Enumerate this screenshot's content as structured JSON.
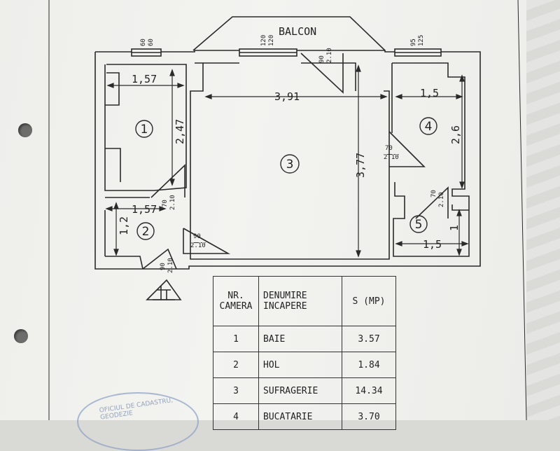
{
  "balcony": {
    "label": "BALCON"
  },
  "dimensions": {
    "win_left_w": "60",
    "win_left_h": "60",
    "win_mid_w": "120",
    "win_mid_h": "120",
    "door_balc_w": "90",
    "door_balc_h": "2.10",
    "win_right_w": "95",
    "win_right_h": "125",
    "room1_width": "1,57",
    "room1_height": "2,47",
    "room2_width": "1,57",
    "room2_height": "1,2",
    "room3_width": "3,91",
    "room3_height": "3,77",
    "room4_width": "1,5",
    "room4_height": "2,6",
    "room5_width": "1,5",
    "room5_height": "1",
    "door1_w": "70",
    "door1_h": "2.10",
    "door3_w": "90",
    "door3_h": "2.10",
    "door4_w": "70",
    "door4_h": "2.10",
    "door5_w": "70",
    "door5_h": "2.10",
    "entry_w": "90",
    "entry_h": "2.10"
  },
  "rooms": [
    "1",
    "2",
    "3",
    "4",
    "5"
  ],
  "legend": {
    "headers": [
      "NR. CAMERA",
      "DENUMIRE INCAPERE",
      "S (MP)"
    ],
    "rows": [
      {
        "nr": "1",
        "name": "BAIE",
        "area": "3.57"
      },
      {
        "nr": "2",
        "name": "HOL",
        "area": "1.84"
      },
      {
        "nr": "3",
        "name": "SUFRAGERIE",
        "area": "14.34"
      },
      {
        "nr": "4",
        "name": "BUCATARIE",
        "area": "3.70"
      }
    ]
  },
  "stamp": {
    "text": "OFICIUL DE CADASTRU, GEODEZIE"
  },
  "colors": {
    "ink": "#222222",
    "paper": "#f1f1ee"
  }
}
